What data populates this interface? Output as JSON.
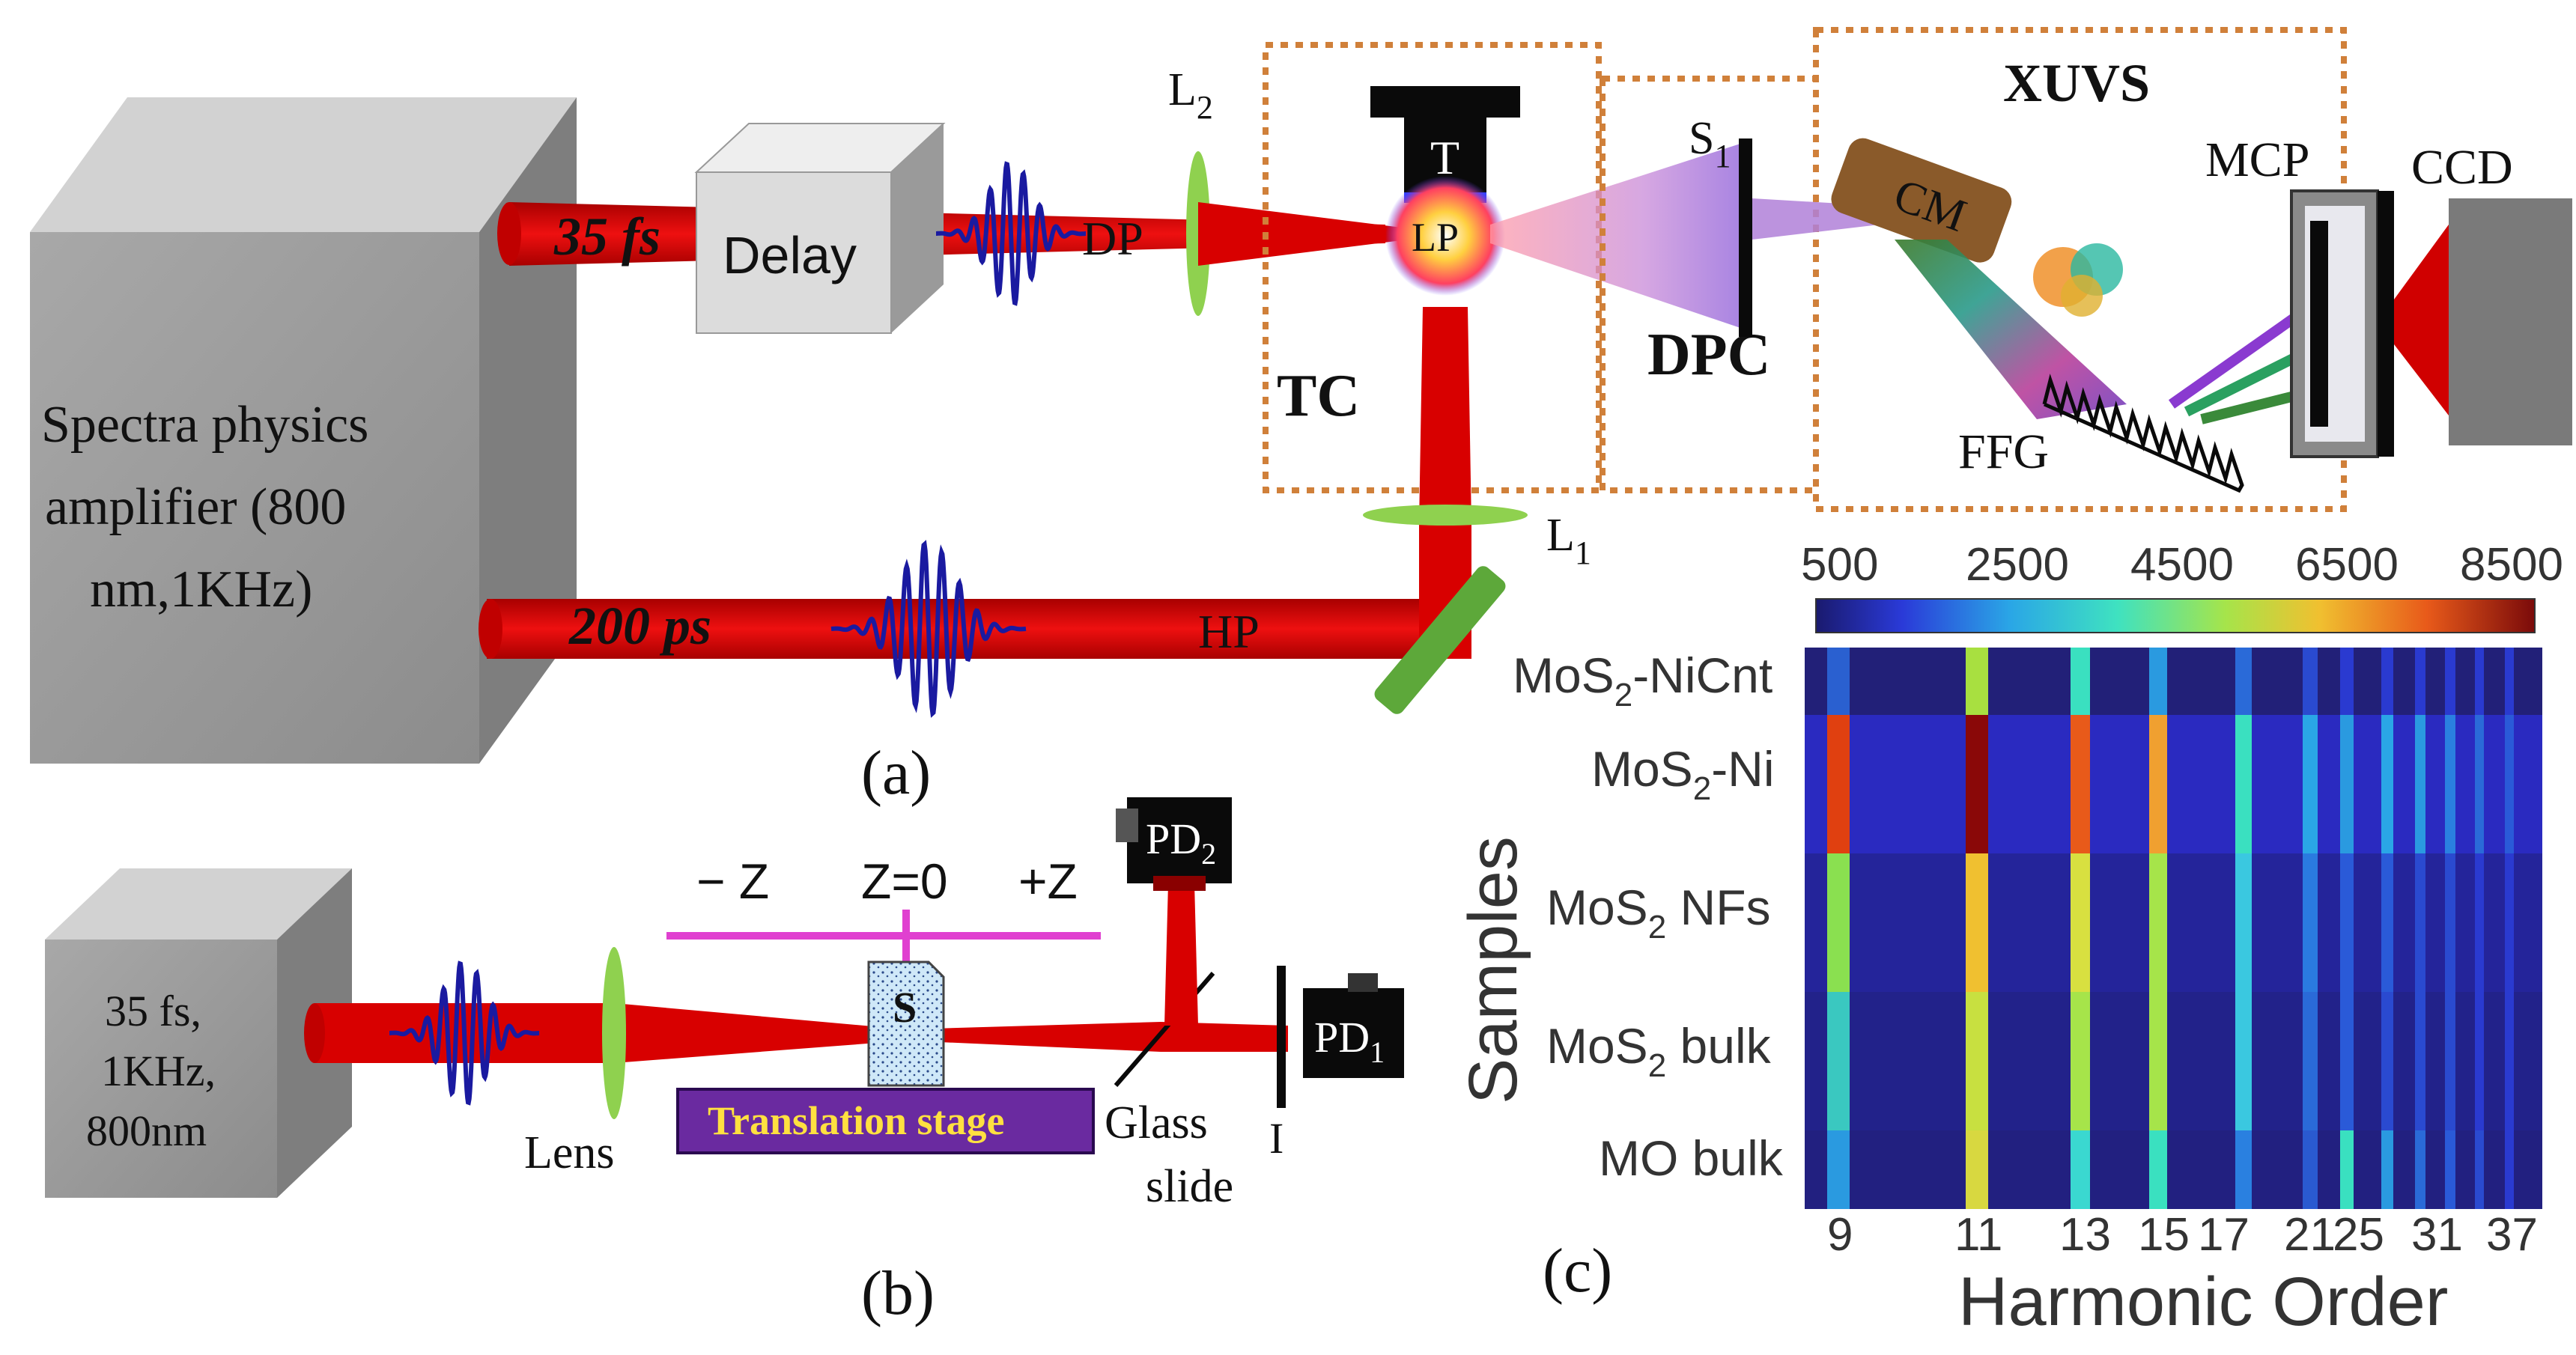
{
  "panel_a": {
    "label": "(a)",
    "amplifier": [
      "Spectra physics",
      "amplifier (800",
      "nm,1KHz)"
    ],
    "pulse_top": "35 fs",
    "pulse_bottom": "200 ps",
    "delay": "Delay",
    "dp": "DP",
    "hp": "HP",
    "l2": "L",
    "l2_sub": "2",
    "l1": "L",
    "l1_sub": "1",
    "target": "T",
    "plasma": "LP",
    "tc": "TC",
    "dpc": "DPC",
    "slit": "S",
    "slit_sub": "1",
    "xuvs": "XUVS",
    "cm": "CM",
    "ffg": "FFG",
    "mcp": "MCP",
    "ccd": "CCD"
  },
  "panel_b": {
    "label": "(b)",
    "laser": [
      "35 fs,",
      "1KHz,",
      "800nm"
    ],
    "lens": "Lens",
    "z_minus": "− Z",
    "z_zero": "Z=0",
    "z_plus": "+Z",
    "sample": "S",
    "stage": "Translation stage",
    "glass": [
      "Glass",
      "slide"
    ],
    "pd2": "PD",
    "pd2_sub": "2",
    "pd1": "PD",
    "pd1_sub": "1",
    "iris": "I"
  },
  "panel_c": {
    "label": "(c)",
    "colorbar_ticks": [
      "500",
      "2500",
      "4500",
      "6500",
      "8500"
    ],
    "ylabel": "Samples",
    "xlabel": "Harmonic Order",
    "samples": [
      {
        "pre": "MoS",
        "sub": "2",
        "post": "-NiCnt"
      },
      {
        "pre": "MoS",
        "sub": "2",
        "post": "-Ni"
      },
      {
        "pre": "MoS",
        "sub": "2",
        "post": " NFs"
      },
      {
        "pre": "MoS",
        "sub": "2",
        "post": " bulk"
      },
      {
        "pre": "MO bulk",
        "sub": "",
        "post": ""
      }
    ],
    "harmonics": [
      "9",
      "11",
      "13",
      "15",
      "17",
      "21",
      "25",
      "31",
      "37"
    ]
  }
}
